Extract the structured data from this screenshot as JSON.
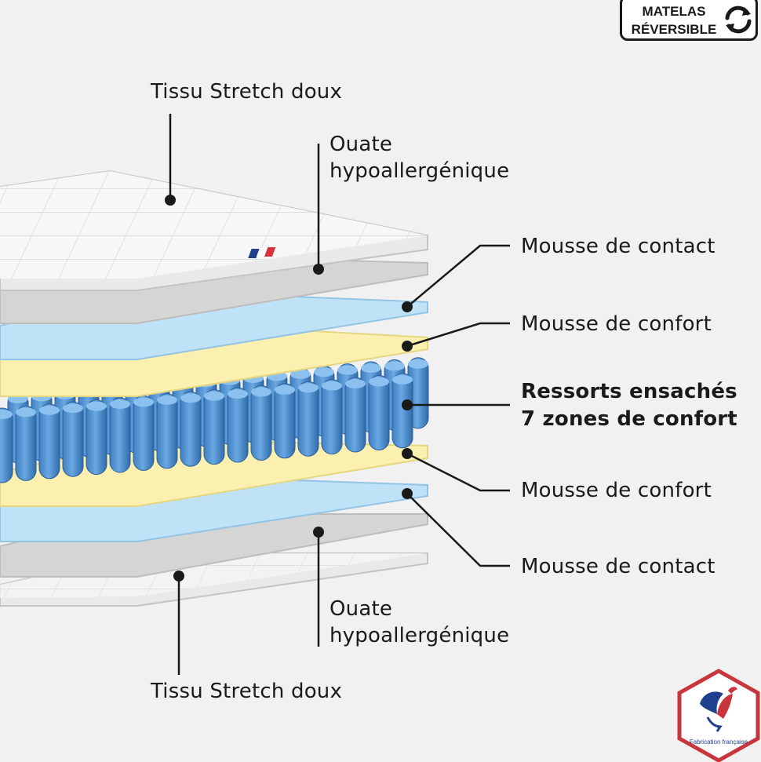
{
  "badge": {
    "line1": "MATELAS",
    "line2": "RÉVERSIBLE",
    "icon": "reverse-arrows-icon"
  },
  "labels": {
    "tissu_top": "Tissu Stretch doux",
    "ouate_top_1": "Ouate",
    "ouate_top_2": "hypoallergénique",
    "contact_top": "Mousse de contact",
    "confort_top": "Mousse de confort",
    "ressorts_1": "Ressorts ensachés",
    "ressorts_2": "7 zones de confort",
    "confort_bottom": "Mousse de confort",
    "contact_bottom": "Mousse de contact",
    "ouate_bottom_1": "Ouate",
    "ouate_bottom_2": "hypoallergénique",
    "tissu_bottom": "Tissu Stretch doux"
  },
  "logo": {
    "text": "Fabrication française",
    "icon": "rooster-icon"
  },
  "colors": {
    "fabric": "#f6f6f6",
    "ouate": "#d6d6d6",
    "contact_foam": "#bfe2f7",
    "comfort_foam": "#fbf0b0",
    "springs": "#4a8fcf",
    "line": "#1a1a1a",
    "logo_border": "#c8353a",
    "logo_blue": "#1f3f8f"
  }
}
